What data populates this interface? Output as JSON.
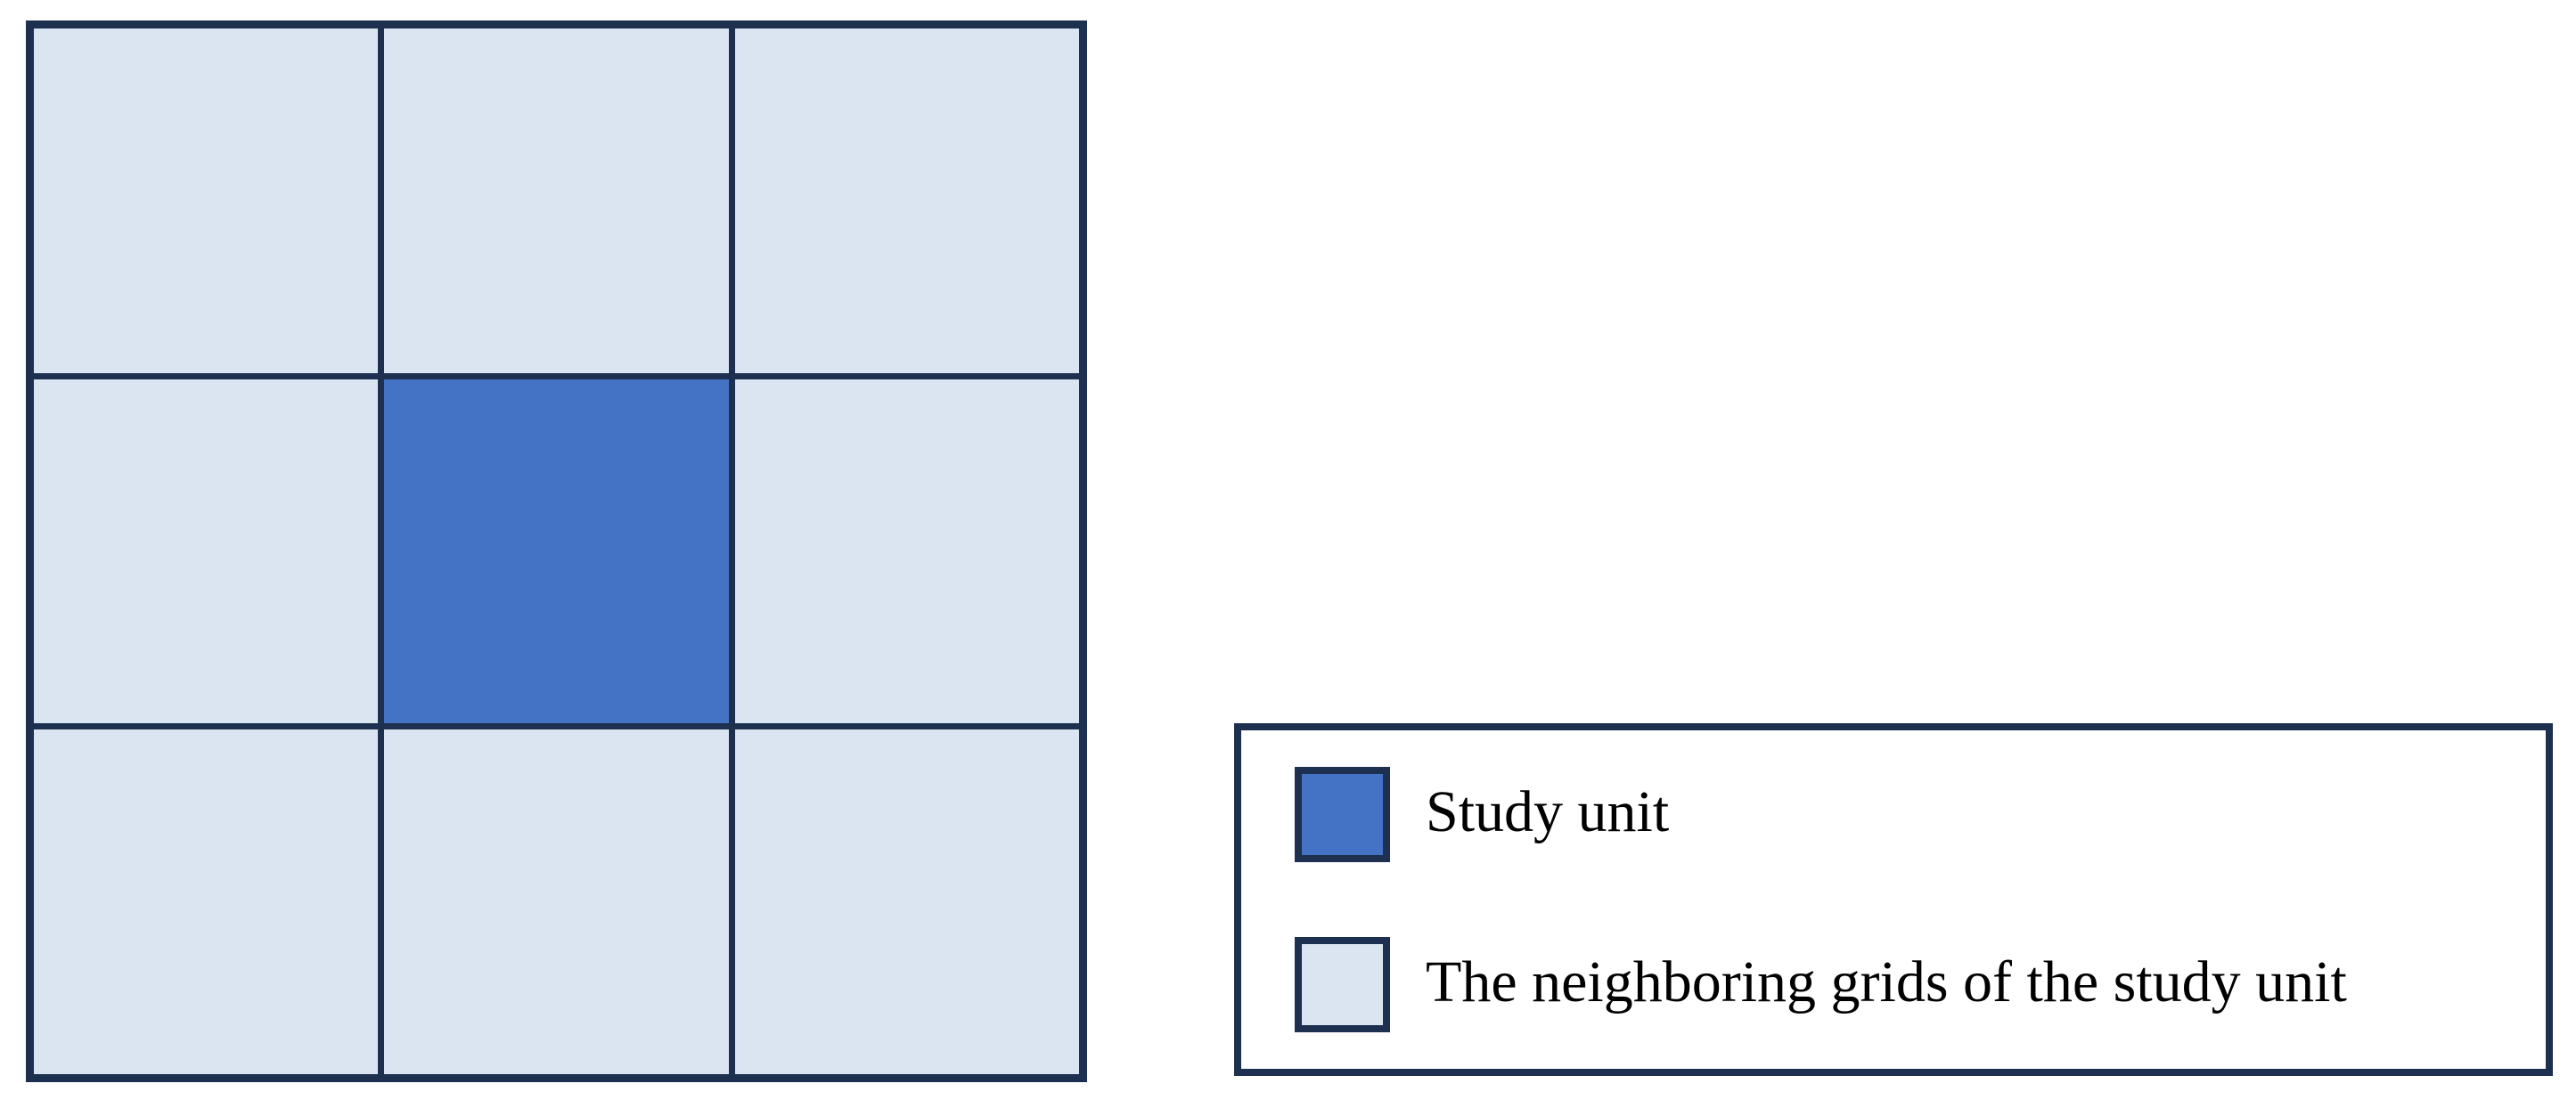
{
  "colors": {
    "study_unit_fill": "#4472C4",
    "neighbor_fill": "#DBE5F1",
    "border": "#1D3050",
    "page_background": "#FFFFFF",
    "legend_background": "#FFFFFF",
    "label_text": "#000000"
  },
  "grid": {
    "rows": 3,
    "cols": 3,
    "cells": [
      {
        "row": 1,
        "col": 1,
        "type": "neighbor"
      },
      {
        "row": 1,
        "col": 2,
        "type": "neighbor"
      },
      {
        "row": 1,
        "col": 3,
        "type": "neighbor"
      },
      {
        "row": 2,
        "col": 1,
        "type": "neighbor"
      },
      {
        "row": 2,
        "col": 2,
        "type": "study_unit"
      },
      {
        "row": 2,
        "col": 3,
        "type": "neighbor"
      },
      {
        "row": 3,
        "col": 1,
        "type": "neighbor"
      },
      {
        "row": 3,
        "col": 2,
        "type": "neighbor"
      },
      {
        "row": 3,
        "col": 3,
        "type": "neighbor"
      }
    ]
  },
  "legend": {
    "items": [
      {
        "label": "Study unit",
        "swatch": "study_unit_fill"
      },
      {
        "label": "The neighboring grids of the study unit",
        "swatch": "neighbor_fill"
      }
    ]
  }
}
